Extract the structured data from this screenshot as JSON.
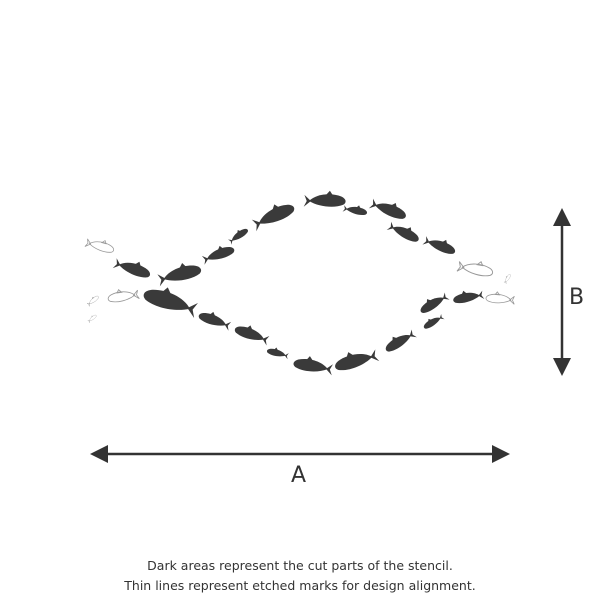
{
  "dimensions": {
    "width_label": "A",
    "height_label": "B"
  },
  "caption": {
    "line1": "Dark areas represent the cut parts of the stencil.",
    "line2": "Thin lines represent etched marks for design alignment."
  },
  "colors": {
    "cut": "#3a3a3a",
    "etched": "#999999",
    "arrow": "#333333"
  }
}
